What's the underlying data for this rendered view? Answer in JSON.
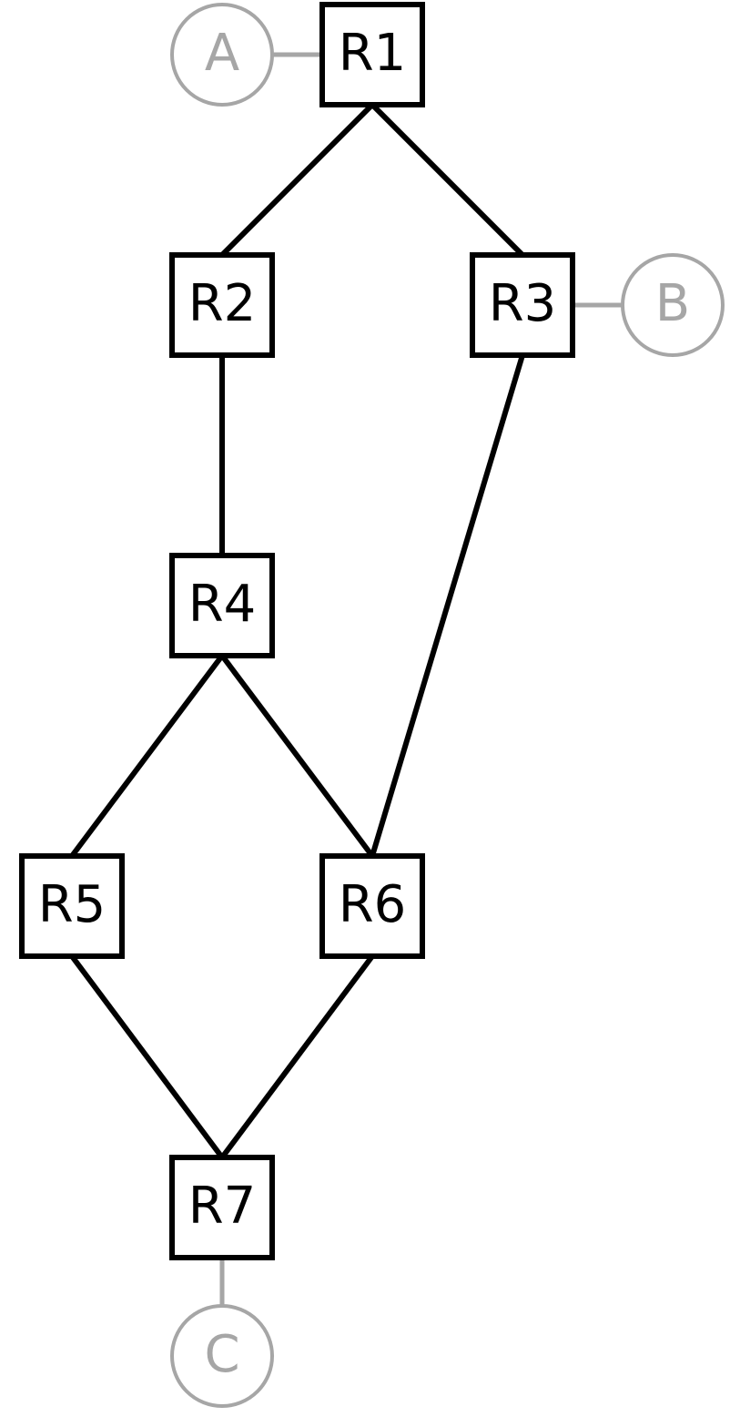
{
  "colors": {
    "router": "#000000",
    "host": "#a6a6a6",
    "background": "#ffffff"
  },
  "routers": [
    {
      "id": "R1",
      "label": "R1"
    },
    {
      "id": "R2",
      "label": "R2"
    },
    {
      "id": "R3",
      "label": "R3"
    },
    {
      "id": "R4",
      "label": "R4"
    },
    {
      "id": "R5",
      "label": "R5"
    },
    {
      "id": "R6",
      "label": "R6"
    },
    {
      "id": "R7",
      "label": "R7"
    }
  ],
  "hosts": [
    {
      "id": "A",
      "label": "A",
      "attached_to": "R1"
    },
    {
      "id": "B",
      "label": "B",
      "attached_to": "R3"
    },
    {
      "id": "C",
      "label": "C",
      "attached_to": "R7"
    }
  ],
  "links": [
    [
      "R1",
      "R2"
    ],
    [
      "R1",
      "R3"
    ],
    [
      "R2",
      "R4"
    ],
    [
      "R3",
      "R6"
    ],
    [
      "R4",
      "R5"
    ],
    [
      "R4",
      "R6"
    ],
    [
      "R5",
      "R7"
    ],
    [
      "R6",
      "R7"
    ]
  ]
}
